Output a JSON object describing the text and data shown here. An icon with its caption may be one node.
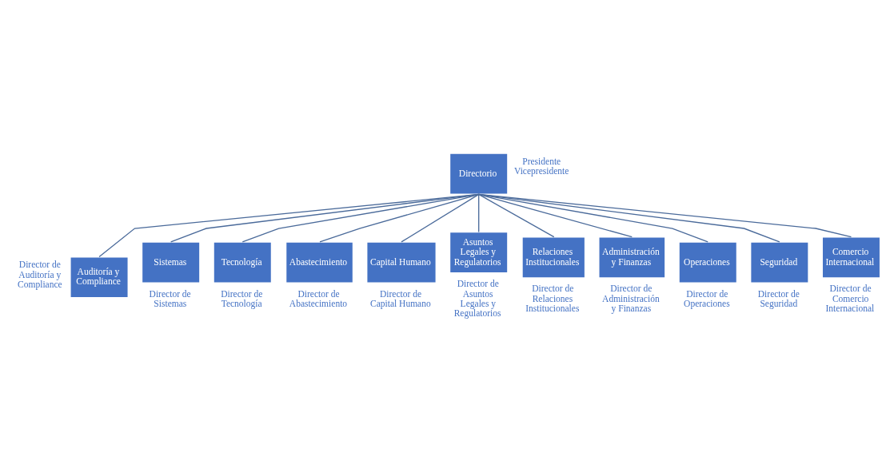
{
  "diagram": {
    "nodes": [
      {
        "text": [
          "Directorio"
        ],
        "beside": [
          "Presidente",
          "Vicepresidente"
        ]
      },
      {
        "text": [
          "Auditoría y Compliance"
        ],
        "beside": [
          "Director de Auditoría y Compliance"
        ]
      },
      {
        "text": [
          "Sistemas"
        ],
        "beside": [
          "Director de Sistemas"
        ]
      },
      {
        "text": [
          "Tecnología"
        ],
        "beside": [
          "Director de Tecnología"
        ]
      },
      {
        "text": [
          "Abastecimiento"
        ],
        "beside": [
          "Director de Abastecimiento"
        ]
      },
      {
        "text": [
          "Capital Humano"
        ],
        "beside": [
          "Director de Capital Humano"
        ]
      },
      {
        "text": [
          "Asuntos Legales y Regulatorios"
        ],
        "beside": [
          "Director de Asuntos Legales y Regulatorios"
        ]
      },
      {
        "text": [
          "Relaciones Institucionales"
        ],
        "beside": [
          "Director de Relaciones Institucionales"
        ]
      },
      {
        "text": [
          "Administración y Finanzas"
        ],
        "beside": [
          "Director de Administración y Finanzas"
        ]
      },
      {
        "text": [
          "Operaciones"
        ],
        "beside": [
          "Director de Operaciones"
        ]
      },
      {
        "text": [
          "Seguridad"
        ],
        "beside": [
          "Director de Seguridad"
        ]
      },
      {
        "text": [
          "Comercio Internacional"
        ],
        "beside": [
          "Director de Comercio Internacional"
        ]
      }
    ],
    "edges": [
      {
        "from": 0,
        "to": 1,
        "arrow": "none"
      },
      {
        "from": 0,
        "to": 2,
        "arrow": "none"
      },
      {
        "from": 0,
        "to": 3,
        "arrow": "none"
      },
      {
        "from": 0,
        "to": 4,
        "arrow": "none"
      },
      {
        "from": 0,
        "to": 5,
        "arrow": "none"
      },
      {
        "from": 0,
        "to": 6,
        "arrow": "none"
      },
      {
        "from": 0,
        "to": 7,
        "arrow": "none"
      },
      {
        "from": 0,
        "to": 8,
        "arrow": "none"
      },
      {
        "from": 0,
        "to": 9,
        "arrow": "none"
      },
      {
        "from": 0,
        "to": 10,
        "arrow": "none"
      },
      {
        "from": 0,
        "to": 11,
        "arrow": "none"
      }
    ]
  }
}
